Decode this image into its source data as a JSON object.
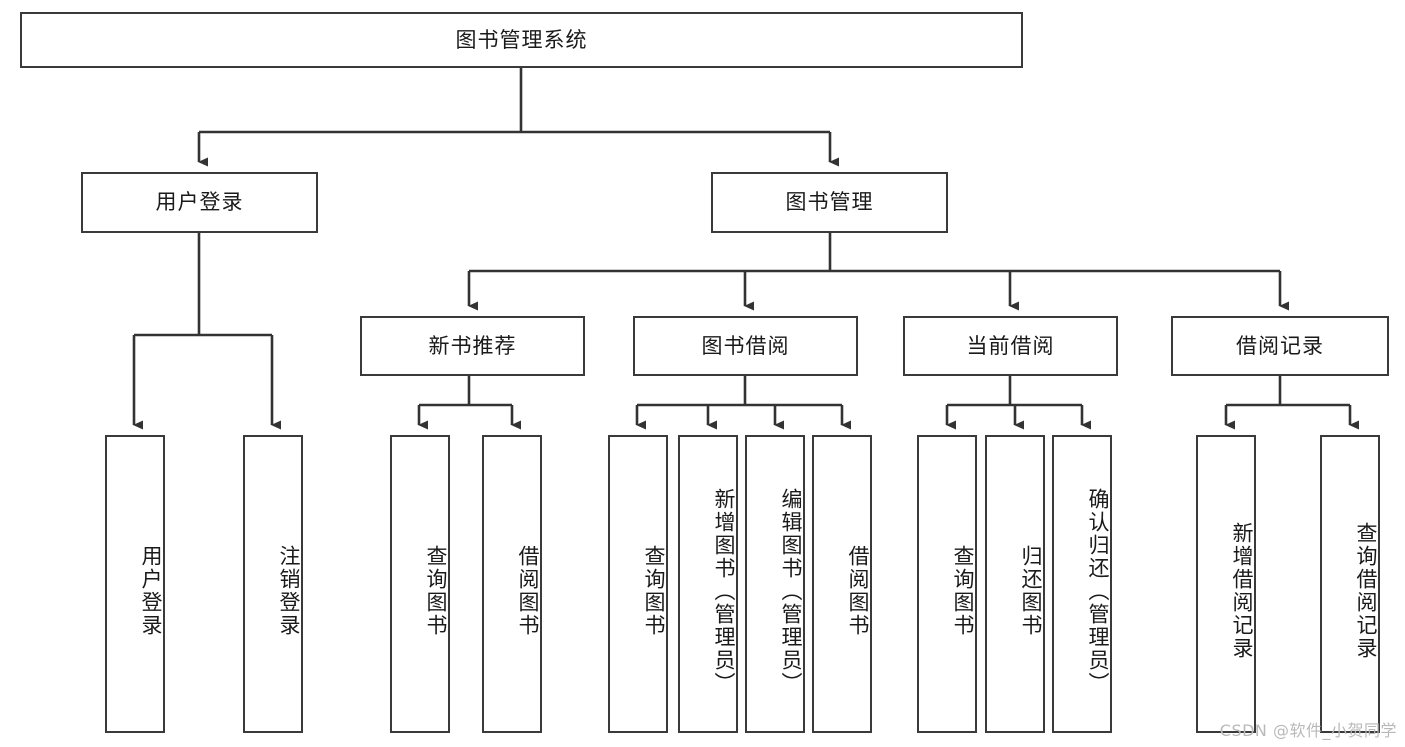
{
  "diagram": {
    "type": "tree",
    "title": "图书管理系统",
    "watermark": "CSDN @软件_小贺同学",
    "colors": {
      "background": "#ffffff",
      "box_fill": "#ffffff",
      "box_border": "#3a3a3a",
      "connector": "#333333",
      "text": "#1a1a1a",
      "watermark": "#b9b9b9"
    },
    "nodes": {
      "root": {
        "label": "图书管理系统",
        "orientation": "horizontal"
      },
      "level2": [
        {
          "id": "user-login",
          "label": "用户登录",
          "orientation": "horizontal"
        },
        {
          "id": "book-manage",
          "label": "图书管理",
          "orientation": "horizontal"
        }
      ],
      "level3": [
        {
          "id": "new-book-recommend",
          "label": "新书推荐",
          "orientation": "horizontal",
          "parent": "book-manage"
        },
        {
          "id": "book-borrow",
          "label": "图书借阅",
          "orientation": "horizontal",
          "parent": "book-manage"
        },
        {
          "id": "current-borrow",
          "label": "当前借阅",
          "orientation": "horizontal",
          "parent": "book-manage"
        },
        {
          "id": "borrow-record",
          "label": "借阅记录",
          "orientation": "horizontal",
          "parent": "book-manage"
        }
      ],
      "leaves": [
        {
          "id": "leaf-user-login",
          "label": "用户登录",
          "orientation": "vertical",
          "parent": "user-login"
        },
        {
          "id": "leaf-user-logout",
          "label": "注销登录",
          "orientation": "vertical",
          "parent": "user-login"
        },
        {
          "id": "leaf-query-book-1",
          "label": "查询图书",
          "orientation": "vertical",
          "parent": "new-book-recommend"
        },
        {
          "id": "leaf-borrow-book-1",
          "label": "借阅图书",
          "orientation": "vertical",
          "parent": "new-book-recommend"
        },
        {
          "id": "leaf-query-book-2",
          "label": "查询图书",
          "orientation": "vertical",
          "parent": "book-borrow"
        },
        {
          "id": "leaf-add-book",
          "label": "新增图书（管理员）",
          "orientation": "vertical",
          "parent": "book-borrow"
        },
        {
          "id": "leaf-edit-book",
          "label": "编辑图书（管理员）",
          "orientation": "vertical",
          "parent": "book-borrow"
        },
        {
          "id": "leaf-borrow-book-2",
          "label": "借阅图书",
          "orientation": "vertical",
          "parent": "book-borrow"
        },
        {
          "id": "leaf-query-book-3",
          "label": "查询图书",
          "orientation": "vertical",
          "parent": "current-borrow"
        },
        {
          "id": "leaf-return-book",
          "label": "归还图书",
          "orientation": "vertical",
          "parent": "current-borrow"
        },
        {
          "id": "leaf-confirm-return",
          "label": "确认归还（管理员）",
          "orientation": "vertical",
          "parent": "current-borrow"
        },
        {
          "id": "leaf-add-record",
          "label": "新增借阅记录",
          "orientation": "vertical",
          "parent": "borrow-record"
        },
        {
          "id": "leaf-query-record",
          "label": "查询借阅记录",
          "orientation": "vertical",
          "parent": "borrow-record"
        }
      ]
    }
  }
}
